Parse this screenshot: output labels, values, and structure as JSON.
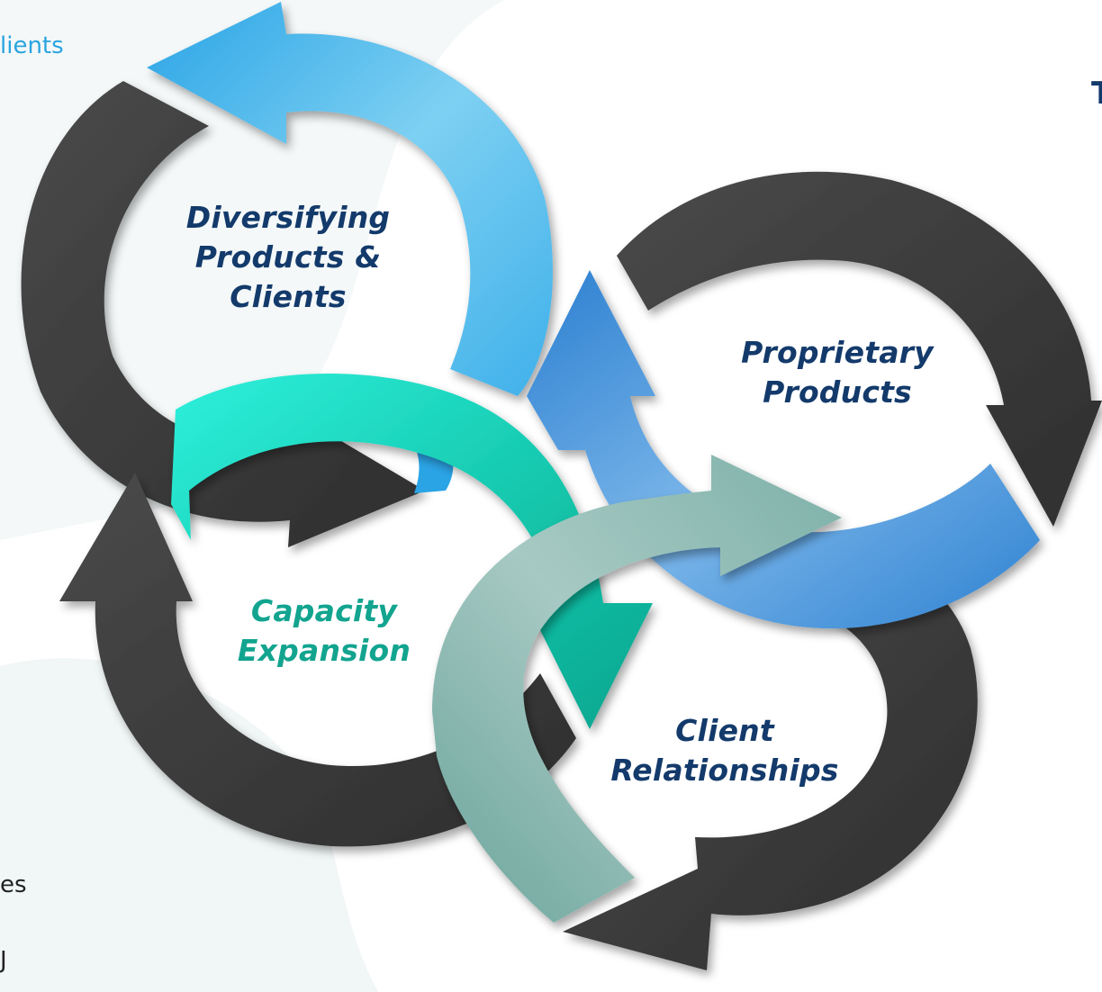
{
  "colors": {
    "dark": "#3a3a3a",
    "sky_blue": "#5bbff0",
    "teal": "#18c9b0",
    "sage": "#86b4ad",
    "mid_blue": "#4a8fd6",
    "navy_text": "#133a6b",
    "teal_text": "#12a48f",
    "corner_text": "#2aa4e0"
  },
  "cycles": {
    "diversifying": {
      "line1": "Diversifying",
      "line2": "Products &",
      "line3": "Clients"
    },
    "proprietary": {
      "line1": "Proprietary",
      "line2": "Products"
    },
    "capacity": {
      "line1": "Capacity",
      "line2": "Expansion"
    },
    "relationships": {
      "line1": "Client",
      "line2": "Relationships"
    }
  },
  "fragments": {
    "top_left": "lients",
    "bottom_left_1": "es",
    "bottom_left_2": "J",
    "top_right": "T"
  }
}
